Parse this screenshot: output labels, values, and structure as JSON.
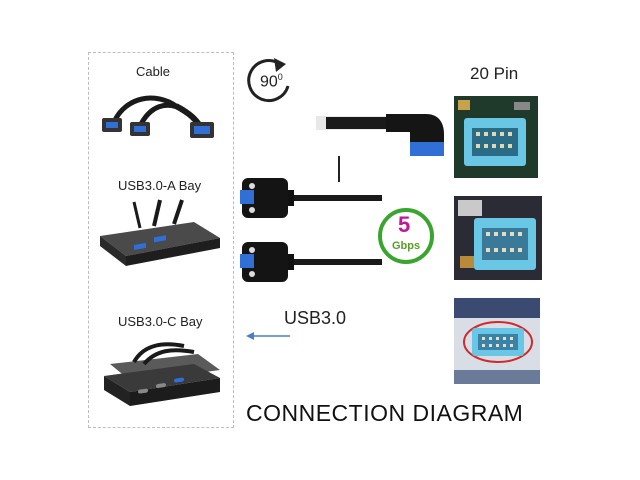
{
  "labels": {
    "cable": "Cable",
    "bay_a": "USB3.0-A Bay",
    "bay_c": "USB3.0-C Bay",
    "usb3": "USB3.0",
    "pin": "20 Pin",
    "connection": "CONNECTION DIAGRAM"
  },
  "rotation": {
    "value": "90",
    "unit": "0"
  },
  "speed_badge": {
    "number": "5",
    "unit": "Gbps"
  },
  "colors": {
    "usb_blue": "#2f6fd6",
    "header_blue": "#69c6e4",
    "badge_ring": "#3aa52e",
    "badge_text": "#c0169a",
    "cable_black": "#1a1a1a",
    "board_green": "#1f3a2a"
  },
  "icons": {
    "rotation": "rotate-90-icon",
    "arrow": "left-arrow-icon"
  }
}
